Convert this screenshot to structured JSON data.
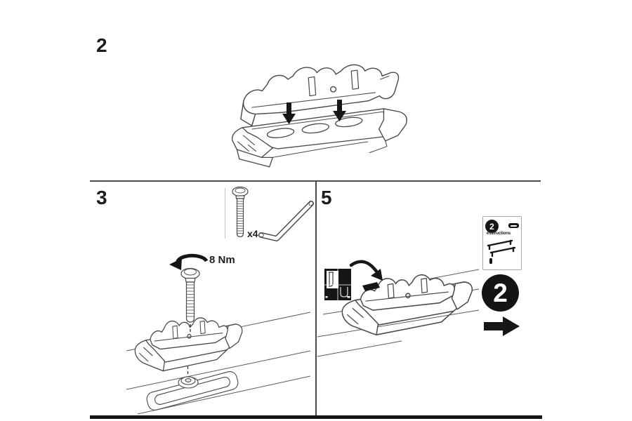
{
  "page": {
    "background": "#ffffff",
    "ink": "#161616",
    "line": "#4a4a4a",
    "divider": "#4a4a4a"
  },
  "panels": {
    "step2": {
      "number": "2"
    },
    "step3": {
      "number": "3",
      "hardware_quantity": "x4",
      "torque": "8 Nm"
    },
    "step5": {
      "number": "5",
      "card": {
        "number": "2",
        "label": "›Instructions"
      },
      "sequence_badge": "2"
    }
  },
  "icons": {
    "down-arrow": "filled black down arrow",
    "torque-arrow": "circular tightening arrow",
    "right-arrow": "filled black right arrow",
    "screw": "pan-head screw line art",
    "allen-key": "hex key line art",
    "instruction-card": "instructions leaflet icon",
    "brand-pill": "black rounded brand badge",
    "detail-inset": "black detail callout diagram"
  }
}
